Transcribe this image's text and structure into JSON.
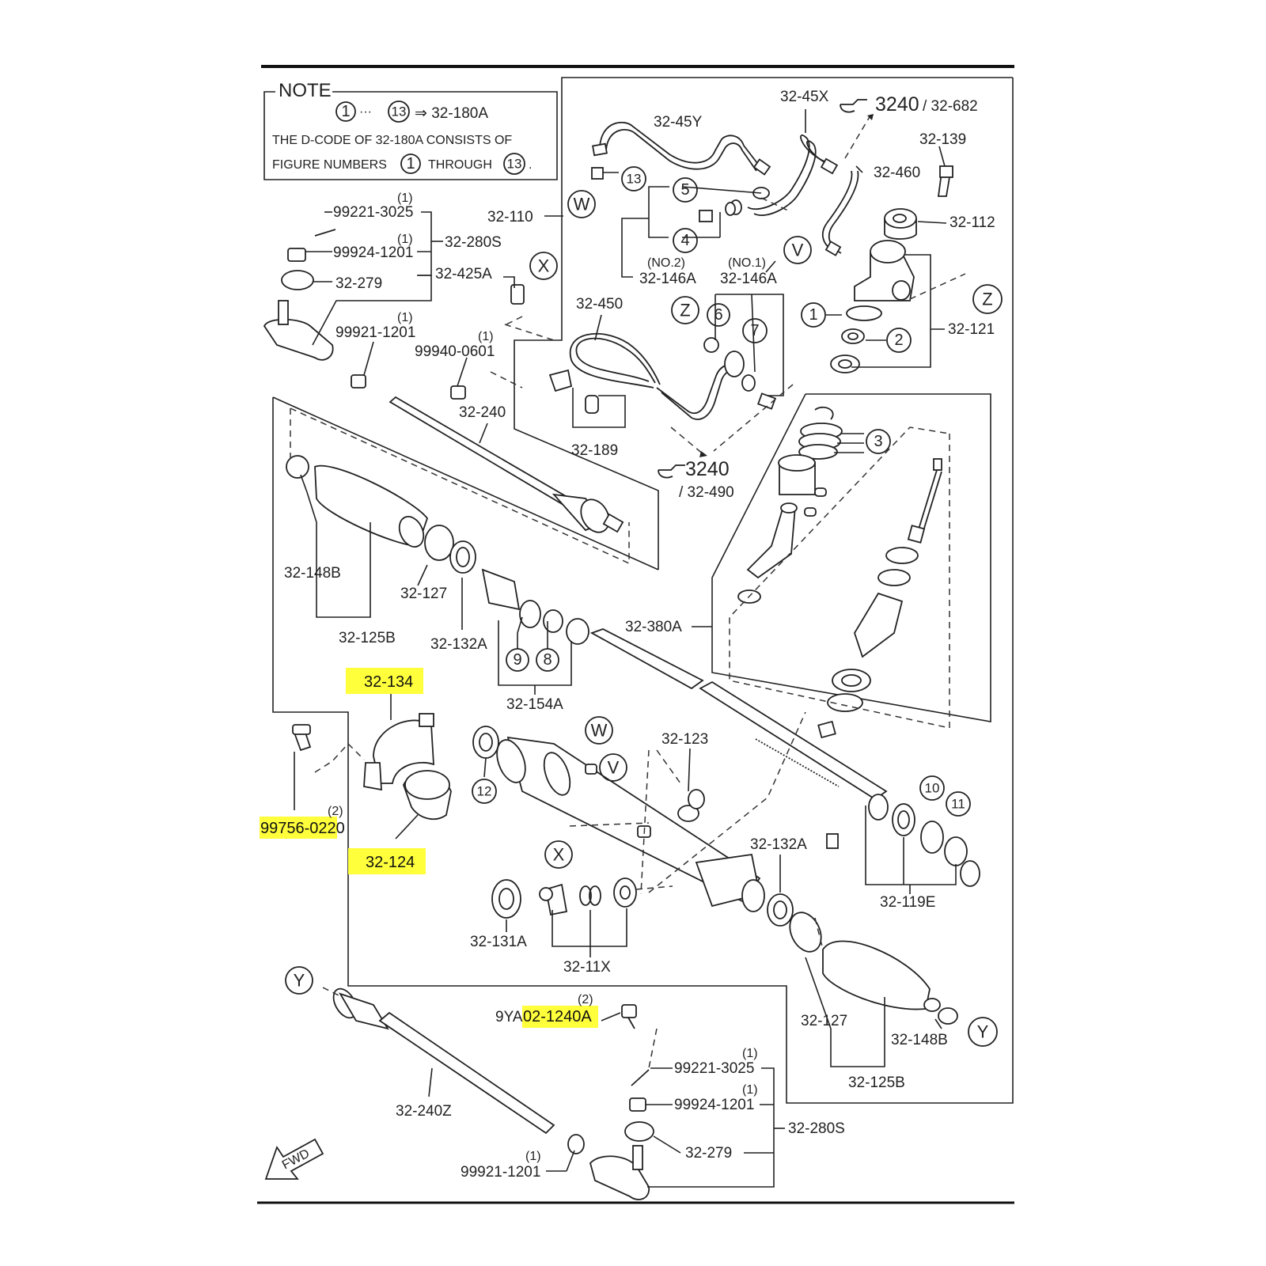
{
  "note": {
    "title": "NOTE",
    "line1_start": "1",
    "line1_dots": "···",
    "line1_end": "13",
    "line1_result": "⇒ 32-180A",
    "line2": "THE D-CODE OF  32-180A  CONSISTS OF",
    "line3_a": "FIGURE NUMBERS",
    "line3_b": "1",
    "line3_c": "THROUGH",
    "line3_d": "13",
    "line3_e": "."
  },
  "refs": {
    "ref_top_num": "3240",
    "ref_top_sub": "/ 32-682",
    "ref_mid_num": "3240",
    "ref_mid_sub": "/ 32-490"
  },
  "fwd_label": "FWD",
  "parts": {
    "p32_45X": "32-45X",
    "p32_45Y": "32-45Y",
    "p32_139": "32-139",
    "p32_460": "32-460",
    "p32_112": "32-112",
    "p32_110": "32-110",
    "p32_121": "32-121",
    "p99221_top": "99221-3025",
    "p99924_top": "99924-1201",
    "p32_280S_top": "32-280S",
    "p32_279_top": "32-279",
    "p32_425A": "32-425A",
    "p99921_top": "99921-1201",
    "p99940": "99940-0601",
    "p32_450": "32-450",
    "p32_189": "32-189",
    "p32_240": "32-240",
    "p32_146A_no2": "32-146A",
    "p32_146A_no1": "32-146A",
    "no2": "(NO.2)",
    "no1": "(NO.1)",
    "p32_148B_top": "32-148B",
    "p32_127_top": "32-127",
    "p32_125B_top": "32-125B",
    "p32_132A_top": "32-132A",
    "p32_154A": "32-154A",
    "p32_380A": "32-380A",
    "p32_134": "32-134",
    "p32_124": "32-124",
    "p99756": "99756-0220",
    "p32_123": "32-123",
    "p32_132A_bot": "32-132A",
    "p32_119E": "32-119E",
    "p32_131A": "32-131A",
    "p32_11X": "32-11X",
    "p9YA_prefix": "9YA",
    "p9YA_hl": "02-1240A",
    "p32_127_bot": "32-127",
    "p32_148B_bot": "32-148B",
    "p32_125B_bot": "32-125B",
    "p32_240Z": "32-240Z",
    "p99221_bot": "99221-3025",
    "p99924_bot": "99924-1201",
    "p32_280S_bot": "32-280S",
    "p32_279_bot": "32-279",
    "p99921_bot": "99921-1201"
  },
  "qty": {
    "one": "(1)",
    "two": "(2)"
  },
  "figure_numbers": [
    "1",
    "2",
    "3",
    "4",
    "5",
    "6",
    "7",
    "8",
    "9",
    "10",
    "11",
    "12",
    "13"
  ],
  "callouts": {
    "W": "W",
    "X": "X",
    "V": "V",
    "Z": "Z",
    "Y": "Y"
  },
  "highlight_color": "#ffff3b"
}
